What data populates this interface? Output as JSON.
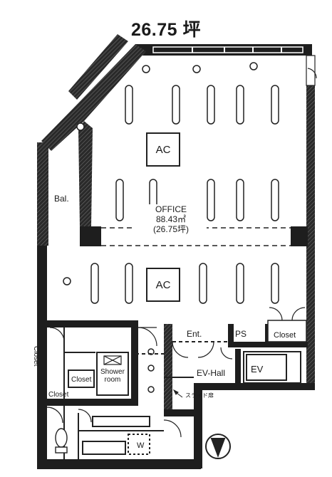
{
  "header": {
    "area_tsubo": "26.75 坪"
  },
  "rooms": {
    "balcony": "Bal.",
    "ac_top": "AC",
    "ac_bottom": "AC",
    "office_name": "OFFICE",
    "office_area_m2": "88.43㎡",
    "office_area_tsubo": "(26.75坪)",
    "entrance": "Ent.",
    "ps": "PS",
    "closet_right": "Closet",
    "ev_hall": "EV-Hall",
    "ev": "EV",
    "closet_left": "Closet",
    "closet_small": "Closet",
    "shower_room_line1": "Shower",
    "shower_room_line2": "room",
    "closet_bottom": "Closet",
    "washer": "W",
    "slide_door": "スライド扉"
  },
  "colors": {
    "wall": "#1e1e1e",
    "wall_hatch": "#555555",
    "line": "#222222"
  },
  "icons": {
    "north_arrow": "north-arrow-icon"
  }
}
